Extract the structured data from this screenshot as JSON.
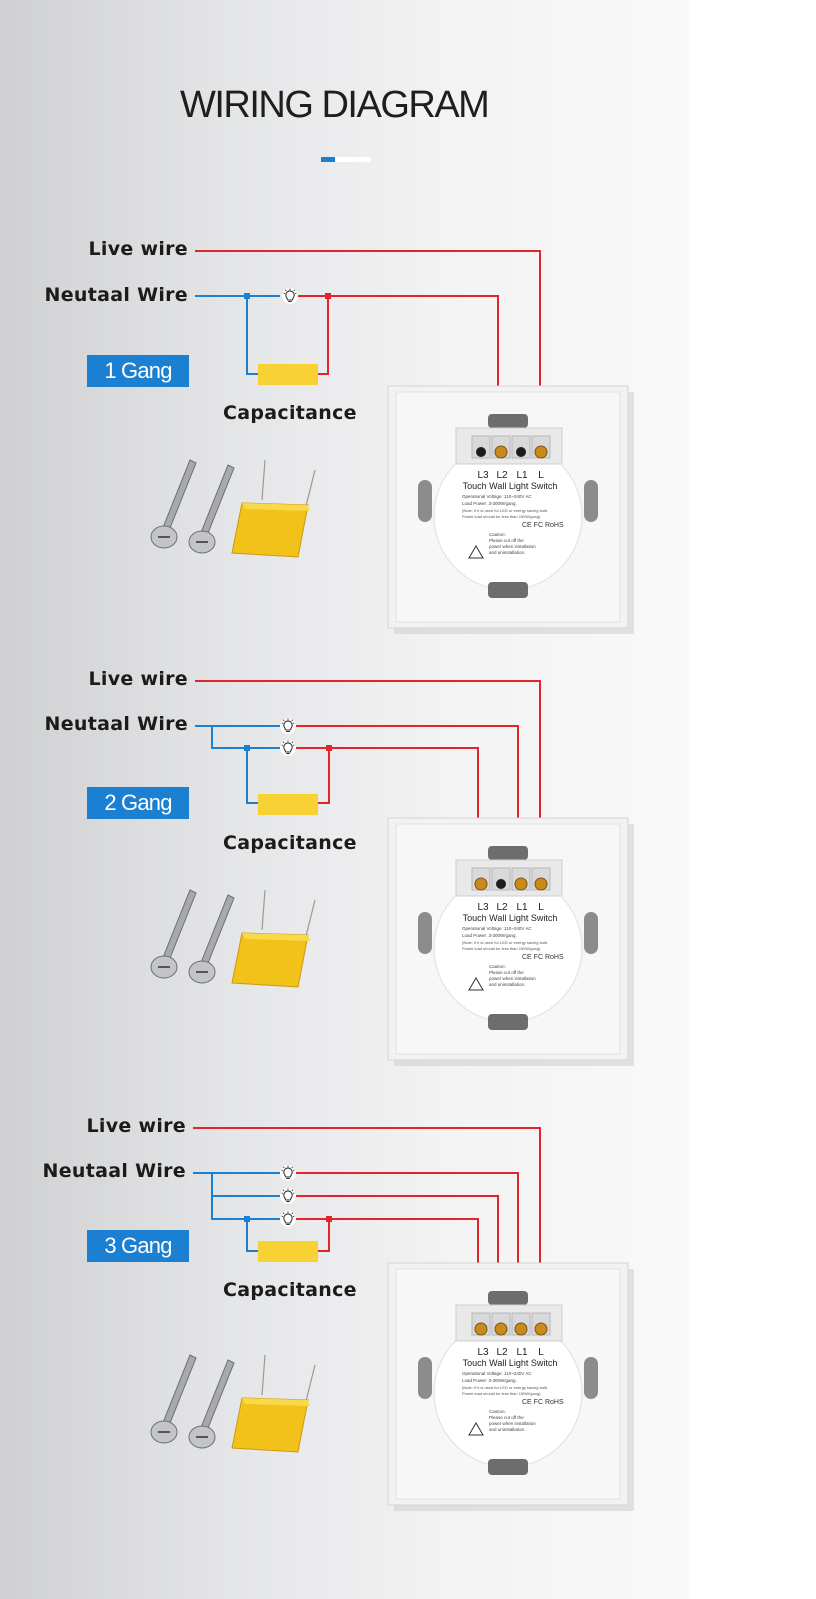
{
  "title": "WIRING DIAGRAM",
  "labels": {
    "live": "Live wire",
    "neutral": "Neutaal Wire",
    "capacitance": "Capacitance"
  },
  "sections": [
    {
      "gang": "1 Gang",
      "active_terminals": [
        "L2",
        "L"
      ]
    },
    {
      "gang": "2 Gang",
      "active_terminals": [
        "L3",
        "L1",
        "L"
      ]
    },
    {
      "gang": "3 Gang",
      "active_terminals": [
        "L3",
        "L2",
        "L1",
        "L"
      ]
    }
  ],
  "switch_back": {
    "terminals": [
      "L3",
      "L2",
      "L1",
      "L"
    ],
    "product_name": "Touch Wall Light Switch",
    "spec_voltage": "Operational Voltage: 110~240V AC",
    "spec_power": "Load Power: 3-300W/gang.",
    "note_1": "(Note: If it is used for LED or energy saving bulb,",
    "note_2": "Power load should be less than 150W/gang)",
    "cert": "CE FC RoHS",
    "caution_1": "Caution:",
    "caution_2": "Please cut off the",
    "caution_3": "power when installation",
    "caution_4": "and uninstallation."
  },
  "colors": {
    "live_wire": "#e0262b",
    "neutral_wire": "#1b7fd2",
    "gang_badge": "#1b7fd2",
    "capacitor": "#f8d234"
  },
  "icons": [
    "bulb-icon",
    "capacitor-icon",
    "screw-icon",
    "warning-icon"
  ]
}
